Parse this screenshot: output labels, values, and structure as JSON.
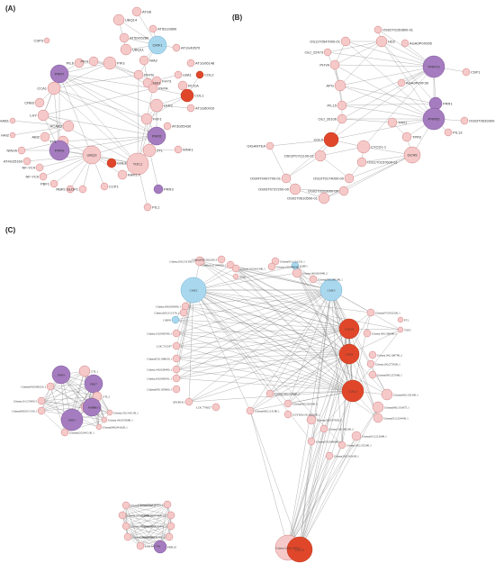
{
  "colors": {
    "pink": "#f6c9c9",
    "pink_light": "#fbdcdc",
    "red": "#e0472a",
    "purple": "#a57cbf",
    "blue": "#a9d8ee",
    "edge": "#6f6f6f"
  },
  "panels": {
    "A": {
      "label": "(A)",
      "nodes": [
        {
          "name": "ATG6",
          "color": "pink"
        },
        {
          "name": "UBQ14",
          "color": "pink"
        },
        {
          "name": "AT5G19890",
          "color": "pink"
        },
        {
          "name": "AT5G05280",
          "color": "pink"
        },
        {
          "name": "CMF1",
          "color": "blue"
        },
        {
          "name": "UBQ11",
          "color": "pink"
        },
        {
          "name": "AT1G49570",
          "color": "pink"
        },
        {
          "name": "CSP3",
          "color": "pink"
        },
        {
          "name": "PIL6",
          "color": "pink"
        },
        {
          "name": "PIF4",
          "color": "pink"
        },
        {
          "name": "PIF3",
          "color": "pink"
        },
        {
          "name": "NIA2",
          "color": "pink"
        },
        {
          "name": "AT1G06148",
          "color": "pink"
        },
        {
          "name": "PRR7",
          "color": "purple"
        },
        {
          "name": "PHYB",
          "color": "pink"
        },
        {
          "name": "FHY3",
          "color": "pink"
        },
        {
          "name": "LBA1",
          "color": "pink"
        },
        {
          "name": "COL2",
          "color": "red"
        },
        {
          "name": "NIA1",
          "color": "pink"
        },
        {
          "name": "CCA1",
          "color": "pink"
        },
        {
          "name": "PHYA",
          "color": "pink"
        },
        {
          "name": "RCI1A",
          "color": "pink"
        },
        {
          "name": "COL1",
          "color": "red"
        },
        {
          "name": "CRB3",
          "color": "pink"
        },
        {
          "name": "LKP2",
          "color": "pink"
        },
        {
          "name": "AT1G60010",
          "color": "pink"
        },
        {
          "name": "LHY",
          "color": "pink"
        },
        {
          "name": "FKF1",
          "color": "pink"
        },
        {
          "name": "HAB1",
          "color": "pink"
        },
        {
          "name": "RCAR3",
          "color": "pink"
        },
        {
          "name": "AT3G55430",
          "color": "pink"
        },
        {
          "name": "PRR5",
          "color": "purple"
        },
        {
          "name": "HAI2",
          "color": "pink"
        },
        {
          "name": "ABI2",
          "color": "pink"
        },
        {
          "name": "TPL",
          "color": "pink"
        },
        {
          "name": "ZTL",
          "color": "pink"
        },
        {
          "name": "WNK1",
          "color": "pink"
        },
        {
          "name": "PRR9",
          "color": "purple"
        },
        {
          "name": "UBQ3",
          "color": "pink"
        },
        {
          "name": "TOC1",
          "color": "pink"
        },
        {
          "name": "NINJA",
          "color": "pink"
        },
        {
          "name": "COL3",
          "color": "red"
        },
        {
          "name": "RAP2.7",
          "color": "pink"
        },
        {
          "name": "PRR3",
          "color": "purple"
        },
        {
          "name": "AT4G25160",
          "color": "pink"
        },
        {
          "name": "NF-YC4",
          "color": "pink"
        },
        {
          "name": "NF-YC9",
          "color": "pink"
        },
        {
          "name": "PBF1",
          "color": "pink"
        },
        {
          "name": "RBR1",
          "color": "pink"
        },
        {
          "name": "GLDP1",
          "color": "pink"
        },
        {
          "name": "CCP1",
          "color": "pink"
        },
        {
          "name": "PIL1",
          "color": "pink"
        }
      ]
    },
    "B": {
      "label": "(B)",
      "nodes": [
        {
          "name": "OS02T0150800-01",
          "color": "pink"
        },
        {
          "name": "OS11T0547000-01",
          "color": "pink"
        },
        {
          "name": "HD2",
          "color": "pink"
        },
        {
          "name": "AGA0P0X005",
          "color": "pink"
        },
        {
          "name": "OsJ_22473",
          "color": "pink"
        },
        {
          "name": "PRR73",
          "color": "purple"
        },
        {
          "name": "CSP1",
          "color": "pink"
        },
        {
          "name": "PHYA",
          "color": "pink"
        },
        {
          "name": "AGA0P0VF30",
          "color": "pink"
        },
        {
          "name": "APG",
          "color": "pink"
        },
        {
          "name": "PRR1",
          "color": "purple"
        },
        {
          "name": "PIL15",
          "color": "pink"
        },
        {
          "name": "PRR95",
          "color": "purple"
        },
        {
          "name": "OS03T0639300-01",
          "color": "pink"
        },
        {
          "name": "OsJ_26106",
          "color": "pink"
        },
        {
          "name": "PIL13",
          "color": "pink"
        },
        {
          "name": "GIGANTEA",
          "color": "pink"
        },
        {
          "name": "TPR1",
          "color": "pink"
        },
        {
          "name": "TPR2",
          "color": "pink"
        },
        {
          "name": "COL5",
          "color": "red"
        },
        {
          "name": "CYCD1-1",
          "color": "pink"
        },
        {
          "name": "GCN5",
          "color": "pink"
        },
        {
          "name": "OS03T0711100-01",
          "color": "pink"
        },
        {
          "name": "OS11T0157600-01",
          "color": "pink"
        },
        {
          "name": "OS04T0497700-01",
          "color": "pink"
        },
        {
          "name": "OS10T0174000-00",
          "color": "pink"
        },
        {
          "name": "OS03T0737200-00",
          "color": "pink"
        },
        {
          "name": "OS02T0203000-00",
          "color": "pink"
        },
        {
          "name": "OS02T0610500-01",
          "color": "pink"
        }
      ]
    },
    "C": {
      "label": "(C)",
      "nodes": [
        {
          "name": "Glyma10G231390.1",
          "color": "pink"
        },
        {
          "name": "Glyma08G262200.3",
          "color": "pink"
        },
        {
          "name": "Glyma11G104900.1",
          "color": "pink"
        },
        {
          "name": "Glyma01G131331.1",
          "color": "pink"
        },
        {
          "name": "Glyma12G061340.1",
          "color": "pink"
        },
        {
          "name": "Glyma13G096060.1",
          "color": "pink"
        },
        {
          "name": "Glyma16G061990.2",
          "color": "pink"
        },
        {
          "name": "NOS",
          "color": "pink"
        },
        {
          "name": "CMF1",
          "color": "blue"
        },
        {
          "name": "Glyma05G190180.1",
          "color": "pink"
        },
        {
          "name": "CMF2",
          "color": "blue"
        },
        {
          "name": "CMF3",
          "color": "blue"
        },
        {
          "name": "Glyma18G003690.1",
          "color": "pink"
        },
        {
          "name": "Glyma20G211376.1",
          "color": "pink"
        },
        {
          "name": "Glyma07G032320.1",
          "color": "pink"
        },
        {
          "name": "FT1",
          "color": "pink"
        },
        {
          "name": "CMF6",
          "color": "blue"
        },
        {
          "name": "COL16",
          "color": "red"
        },
        {
          "name": "TSF2",
          "color": "pink"
        },
        {
          "name": "Glyma19G106090.1",
          "color": "pink"
        },
        {
          "name": "Glyma15G000590.1",
          "color": "pink"
        },
        {
          "name": "COL9",
          "color": "red"
        },
        {
          "name": "LOC732547",
          "color": "pink"
        },
        {
          "name": "Glyma19G168790.2",
          "color": "pink"
        },
        {
          "name": "Glyma05G108630.1",
          "color": "pink"
        },
        {
          "name": "Glyma10G273920.1",
          "color": "pink"
        },
        {
          "name": "Glyma14G028490.1",
          "color": "pink"
        },
        {
          "name": "Glyma09G227006.1",
          "color": "pink"
        },
        {
          "name": "Glyma10G006591.1",
          "color": "pink"
        },
        {
          "name": "COL12",
          "color": "red"
        },
        {
          "name": "Glyma06G102340.1",
          "color": "pink"
        },
        {
          "name": "Glyma09G105860.1",
          "color": "pink"
        },
        {
          "name": "MYB181",
          "color": "pink"
        },
        {
          "name": "LOC778027",
          "color": "pink"
        },
        {
          "name": "Glyma10G131880.2",
          "color": "pink"
        },
        {
          "name": "Glyma08G101875.1",
          "color": "pink"
        },
        {
          "name": "Glyma09G202500.1",
          "color": "pink"
        },
        {
          "name": "GLYMA13G020250.1",
          "color": "pink"
        },
        {
          "name": "Glyma06G113180.1",
          "color": "pink"
        },
        {
          "name": "Glyma20G037850.2",
          "color": "pink"
        },
        {
          "name": "Glyma01G224430.1",
          "color": "pink"
        },
        {
          "name": "Glyma13G146200.2",
          "color": "pink"
        },
        {
          "name": "Glyma05G006960.1",
          "color": "pink"
        },
        {
          "name": "Glyma01G212669.1",
          "color": "pink"
        },
        {
          "name": "Glyma10G135200.1",
          "color": "pink"
        },
        {
          "name": "Glyma20G241630.1",
          "color": "pink"
        },
        {
          "name": "Glyma12G011970.1",
          "color": "pink"
        },
        {
          "name": "COL13",
          "color": "red"
        },
        {
          "name": "Glyma09G008220.1",
          "color": "pink"
        },
        {
          "name": "PRR9",
          "color": "purple"
        },
        {
          "name": "ZTL1",
          "color": "pink"
        },
        {
          "name": "PRR7",
          "color": "purple"
        },
        {
          "name": "ZTL2",
          "color": "pink"
        },
        {
          "name": "Glyma11G15900.5",
          "color": "pink"
        },
        {
          "name": "PRR5",
          "color": "purple"
        },
        {
          "name": "PKF1",
          "color": "pink"
        },
        {
          "name": "Glyma08G015130.1",
          "color": "pink"
        },
        {
          "name": "PRR3",
          "color": "purple"
        },
        {
          "name": "Glyma13G143130.1",
          "color": "pink"
        },
        {
          "name": "Glyma14G053680.1",
          "color": "pink"
        },
        {
          "name": "Glyma08G041620.1",
          "color": "pink"
        },
        {
          "name": "Glyma02G045130.1",
          "color": "pink"
        },
        {
          "name": "Glyma11G099940.2",
          "color": "pink"
        },
        {
          "name": "Glyma17G232895.1",
          "color": "pink"
        },
        {
          "name": "Glyma12G022580.1",
          "color": "pink"
        },
        {
          "name": "Glyma19G049910.5",
          "color": "pink"
        },
        {
          "name": "Glyma15G234340.1",
          "color": "pink"
        },
        {
          "name": "Glyma17G026441.1",
          "color": "pink"
        },
        {
          "name": "Glyma20G237861.1",
          "color": "pink"
        },
        {
          "name": "Glyma05G231490.1",
          "color": "pink"
        },
        {
          "name": "LOC547746",
          "color": "pink"
        },
        {
          "name": "PRR10",
          "color": "purple"
        }
      ]
    }
  }
}
